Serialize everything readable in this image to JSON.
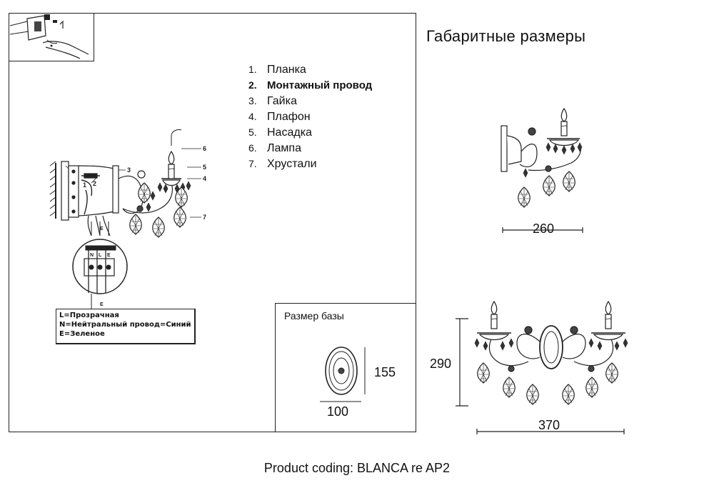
{
  "parts_list": [
    {
      "num": "1.",
      "label": "Планка",
      "bold": false
    },
    {
      "num": "2.",
      "label": "Монтажный провод",
      "bold": true
    },
    {
      "num": "3.",
      "label": "Гайка",
      "bold": false
    },
    {
      "num": "4.",
      "label": "Плафон",
      "bold": false
    },
    {
      "num": "5.",
      "label": "Насадка",
      "bold": false
    },
    {
      "num": "6.",
      "label": "Лампа",
      "bold": false
    },
    {
      "num": "7.",
      "label": "Хрустали",
      "bold": false
    }
  ],
  "wiring_legend": [
    "L=Прозрачная",
    "N=Нейтральный провод=Синий",
    "E=Зеленое"
  ],
  "diagram_callouts": [
    "1",
    "2",
    "3",
    "4",
    "5",
    "6",
    "7"
  ],
  "terminal_labels": [
    "N",
    "L",
    "E"
  ],
  "base": {
    "title": "Размер базы",
    "height": "155",
    "width": "100"
  },
  "dimensions": {
    "title": "Габаритные размеры",
    "single_width": "260",
    "double_height": "290",
    "double_width": "370"
  },
  "footer": "Product coding: BLANCA re AP2",
  "colors": {
    "line": "#222222",
    "background": "#ffffff"
  }
}
